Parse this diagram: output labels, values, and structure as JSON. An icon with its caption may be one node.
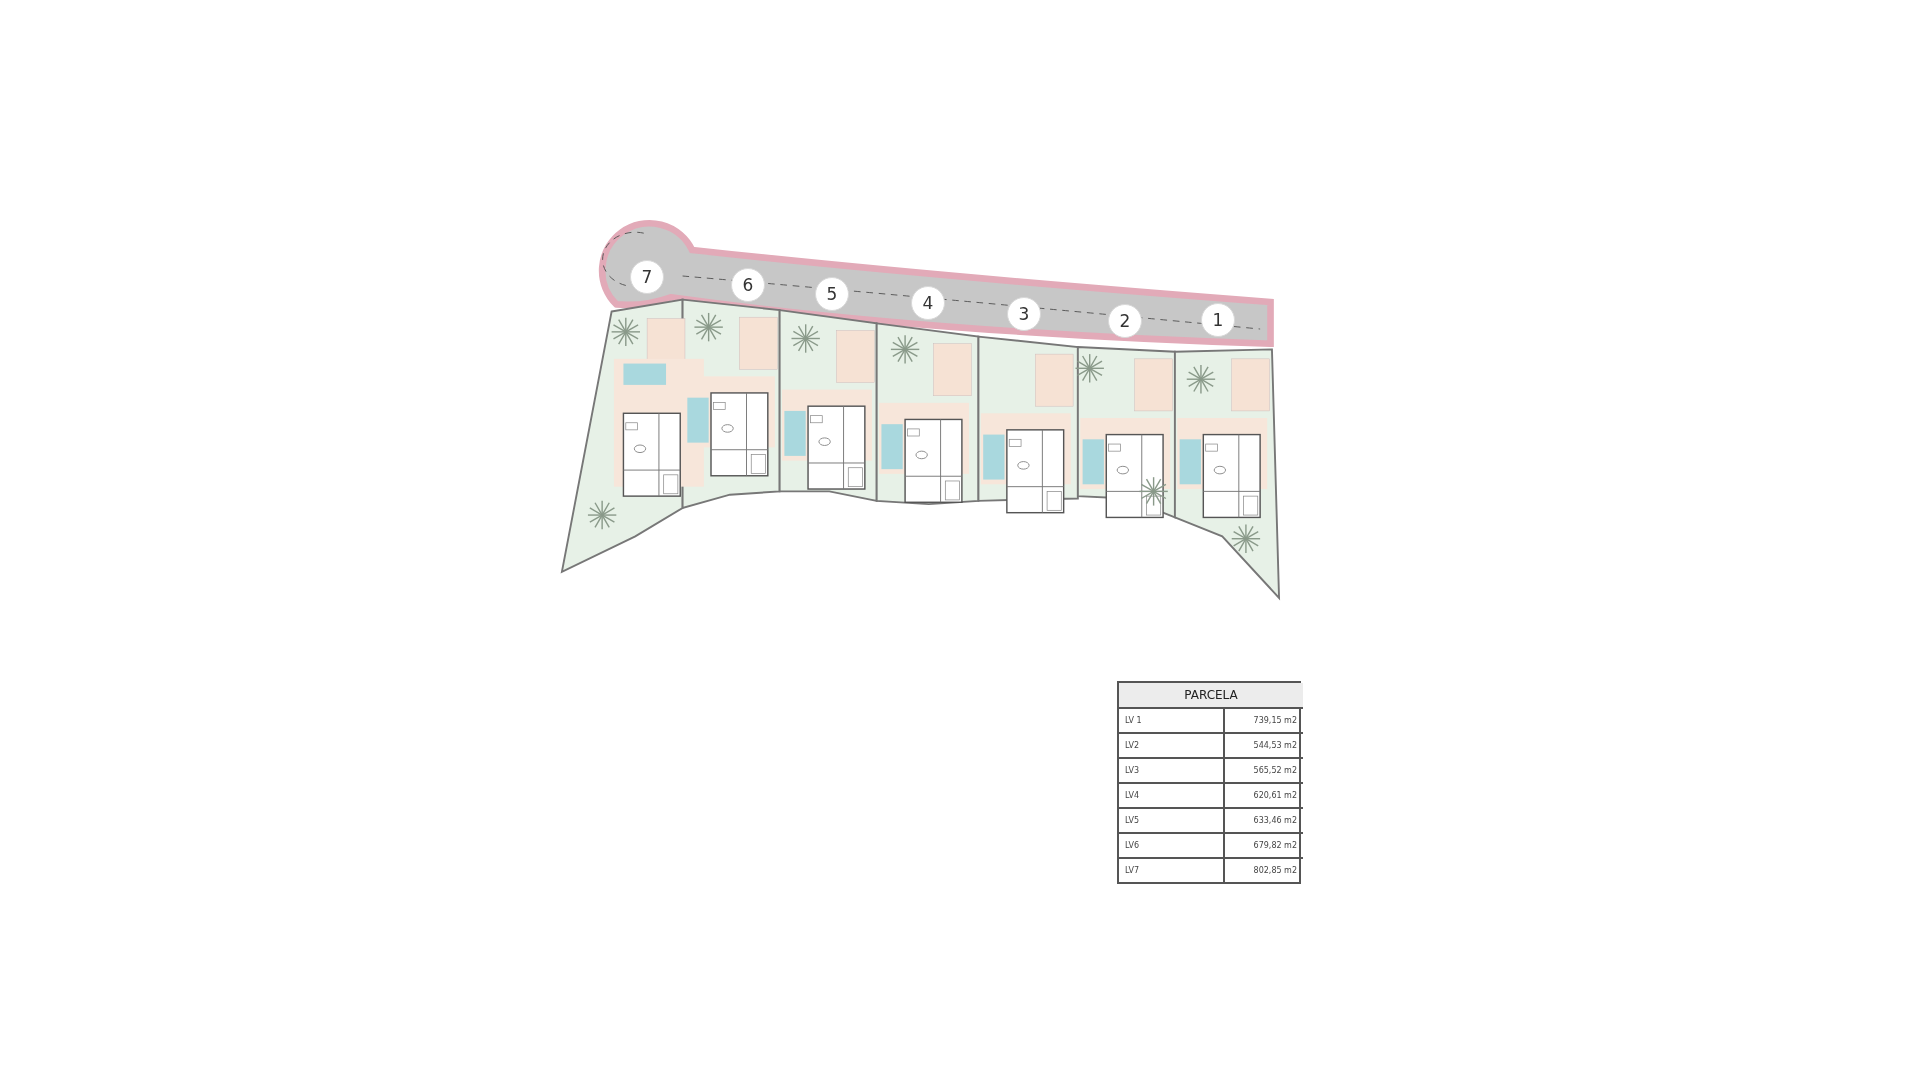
{
  "diagram": {
    "nodes": [
      {
        "text": [
          "7"
        ]
      },
      {
        "text": [
          "6"
        ]
      },
      {
        "text": [
          "5"
        ]
      },
      {
        "text": [
          "4"
        ]
      },
      {
        "text": [
          "3"
        ]
      },
      {
        "text": [
          "2"
        ]
      },
      {
        "text": [
          "1"
        ]
      }
    ],
    "labels": [
      "PARCELA",
      "LV 1",
      "739,15 m2",
      "LV2",
      "544,53 m2",
      "LV3",
      "565,52 m2",
      "LV4",
      "620,61 m2",
      "LV5",
      "633,46 m2",
      "LV6",
      "679,82 m2",
      "LV7",
      "802,85 m2"
    ]
  }
}
